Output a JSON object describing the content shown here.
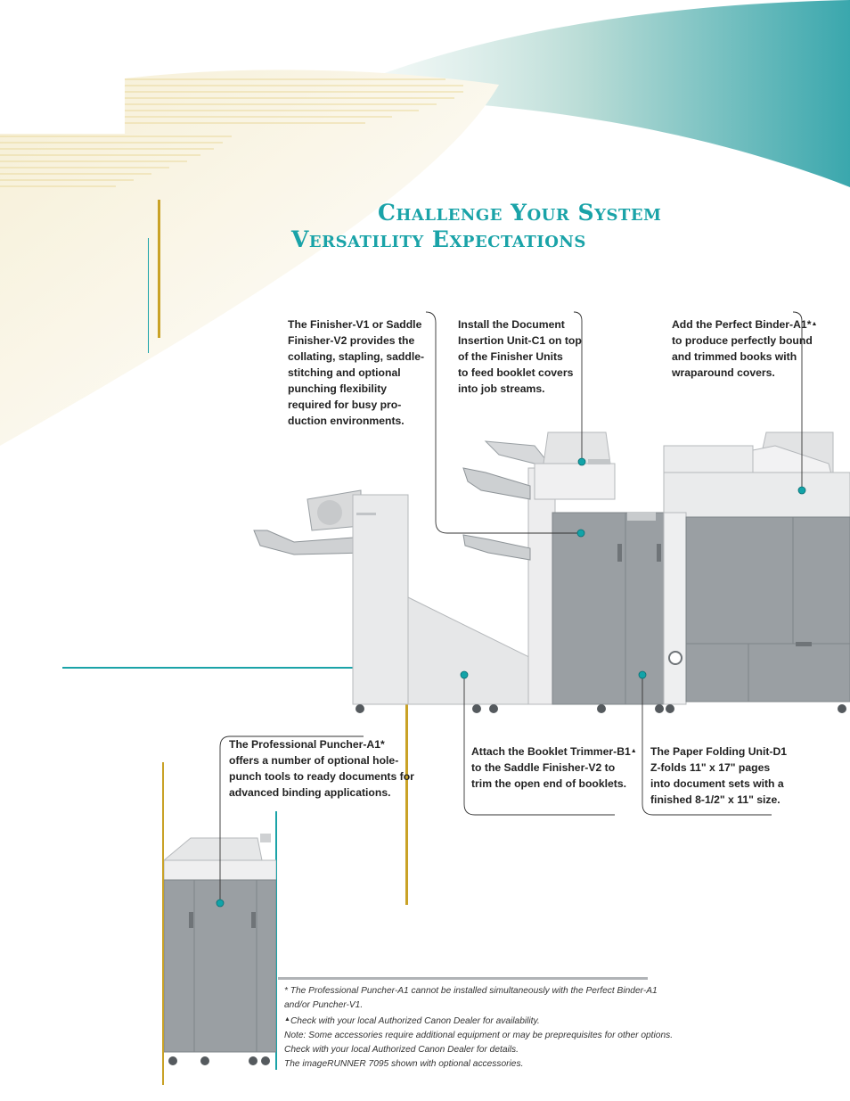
{
  "title": {
    "line1": "Challenge Your System",
    "line2": "Versatility Expectations"
  },
  "callouts": {
    "finisher": [
      "The Finisher-V1 or Saddle",
      "Finisher-V2 provides the",
      "collating, stapling, saddle-",
      "stitching and optional",
      "punching flexibility",
      "required for busy pro-",
      "duction environments."
    ],
    "insertion": [
      "Install the Document",
      "Insertion Unit-C1 on top",
      "of the Finisher Units",
      "to feed booklet covers",
      "into job streams."
    ],
    "binder": [
      "Add the Perfect Binder-A1*",
      "to produce perfectly bound",
      "and trimmed books with",
      "wraparound covers."
    ],
    "puncher": [
      "The Professional Puncher-A1*",
      "offers a number of optional hole-",
      "punch tools to ready documents for",
      "advanced binding applications."
    ],
    "trimmer": [
      "Attach the Booklet Trimmer-B1",
      "to the Saddle Finisher-V2 to",
      "trim the open end of booklets."
    ],
    "folding": [
      "The Paper Folding Unit-D1",
      "Z-folds 11\" x 17\" pages",
      "into document sets with a",
      "finished 8-1/2\" x 11\" size."
    ]
  },
  "triangle_mark": "▲",
  "footnotes": [
    "* The Professional Puncher-A1 cannot be installed simultaneously with the Perfect Binder-A1",
    "and/or Puncher-V1.",
    "Check with your local Authorized Canon Dealer for availability.",
    "Note: Some accessories require additional equipment or may be preprequisites for other options.",
    "Check with your local Authorized Canon Dealer for details.",
    "The imageRUNNER 7095 shown with optional accessories."
  ],
  "colors": {
    "accent_teal": "#1aa3a8",
    "accent_gold": "#c9a227",
    "machine_gray": "#9a9fa3",
    "machine_light": "#e9eaeb"
  }
}
